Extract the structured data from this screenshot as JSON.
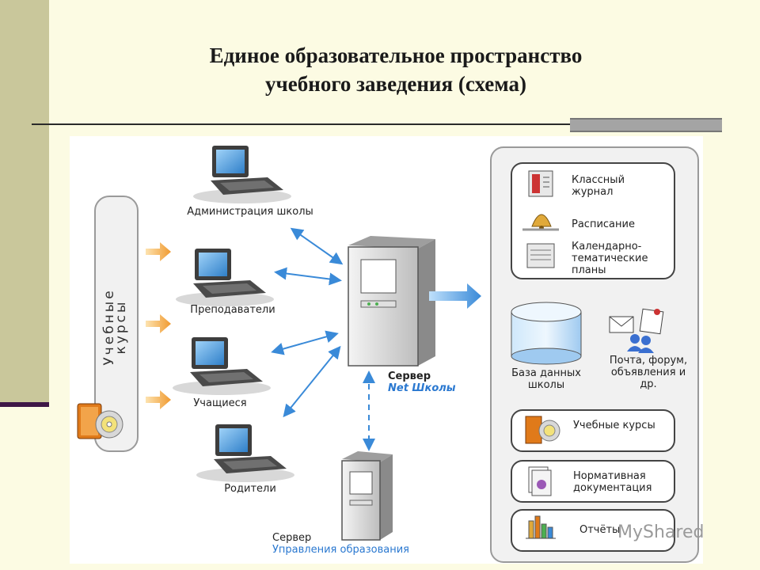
{
  "slide": {
    "title_line1": "Единое образовательное пространство",
    "title_line2": "учебного заведения (схема)"
  },
  "diagram": {
    "left_panel_label": "Учебные курсы",
    "clients": [
      {
        "label": "Администрация школы"
      },
      {
        "label": "Преподаватели"
      },
      {
        "label": "Учащиеся"
      },
      {
        "label": "Родители"
      }
    ],
    "server_main": {
      "line1": "Сервер",
      "line2": "Net Школы"
    },
    "server_secondary": {
      "line1": "Сервер",
      "line2": "Управления образования"
    },
    "modules": {
      "journal": "Классный журнал",
      "schedule": "Расписание",
      "plans": "Календарно-тематические планы",
      "database": "База данных школы",
      "mail": "Почта, форум, объявления и др.",
      "courses": "Учебные курсы",
      "docs": "Нормативная документация",
      "reports": "Отчёты"
    }
  },
  "colors": {
    "accent_orange": "#f0a040",
    "arrow_blue": "#3a8ad8",
    "link_blue": "#2a78d0",
    "band": "#c9c79b"
  },
  "watermark": "MyShared"
}
